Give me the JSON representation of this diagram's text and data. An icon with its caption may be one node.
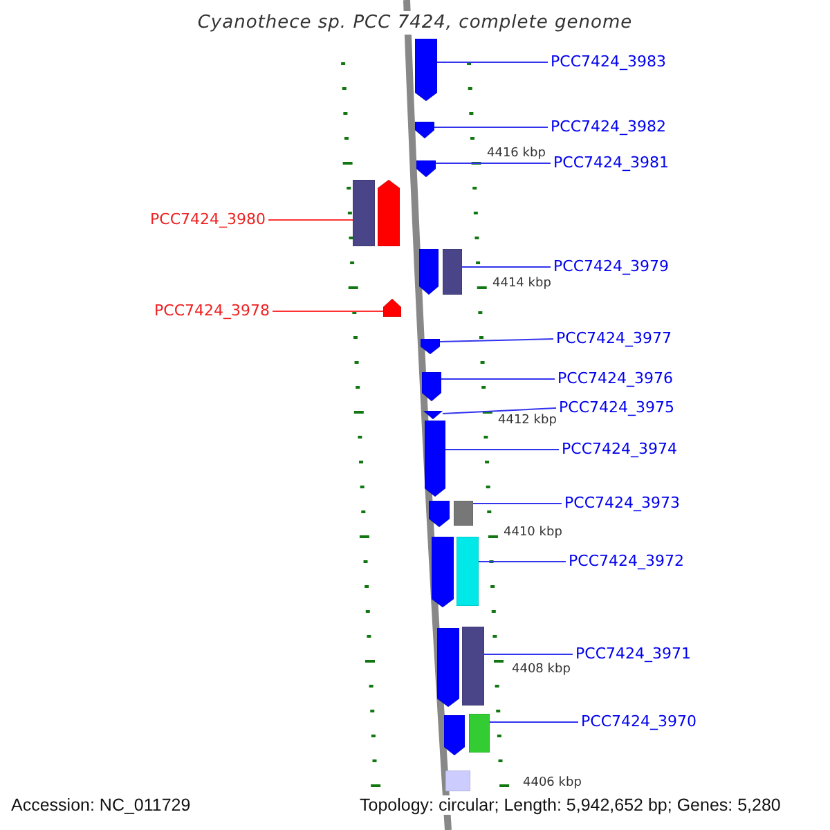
{
  "diagram": {
    "title": "Cyanothece sp. PCC 7424, complete genome",
    "nodes": [
      {
        "text": [
          "PCC7424_3983"
        ]
      },
      {
        "text": [],
        "shape": "pentagon"
      },
      {
        "text": [
          "PCC7424_3982"
        ]
      },
      {
        "text": [],
        "shape": "pentagon"
      },
      {
        "text": [
          "PCC7424_3981"
        ]
      },
      {
        "text": [],
        "shape": "pentagon"
      },
      {
        "text": [
          "PCC7424_3980"
        ]
      },
      {
        "text": [],
        "shape": "bar"
      },
      {
        "text": [],
        "shape": "pentagon"
      },
      {
        "text": [
          "PCC7424_3979"
        ]
      },
      {
        "text": [],
        "shape": "pentagon"
      },
      {
        "text": [],
        "shape": "bar"
      },
      {
        "text": [
          "PCC7424_3978"
        ]
      },
      {
        "text": [],
        "shape": "pentagon"
      },
      {
        "text": [
          "PCC7424_3977"
        ]
      },
      {
        "text": [],
        "shape": "pentagon"
      },
      {
        "text": [
          "PCC7424_3976"
        ]
      },
      {
        "text": [],
        "shape": "pentagon"
      },
      {
        "text": [
          "PCC7424_3975"
        ]
      },
      {
        "text": [],
        "shape": "pentagon"
      },
      {
        "text": [
          "PCC7424_3974"
        ]
      },
      {
        "text": [],
        "shape": "pentagon"
      },
      {
        "text": [
          "PCC7424_3973"
        ]
      },
      {
        "text": [],
        "shape": "pentagon"
      },
      {
        "text": [],
        "shape": "bar"
      },
      {
        "text": [
          "PCC7424_3972"
        ]
      },
      {
        "text": [],
        "shape": "pentagon"
      },
      {
        "text": [],
        "shape": "bar"
      },
      {
        "text": [
          "PCC7424_3971"
        ]
      },
      {
        "text": [],
        "shape": "pentagon"
      },
      {
        "text": [],
        "shape": "bar"
      },
      {
        "text": [
          "PCC7424_3970"
        ]
      },
      {
        "text": [],
        "shape": "pentagon"
      },
      {
        "text": [],
        "shape": "bar"
      },
      {
        "text": [],
        "shape": "bar"
      }
    ],
    "edges": [
      {
        "from": 0,
        "to": 1,
        "arrow": "none"
      },
      {
        "from": 2,
        "to": 3,
        "arrow": "none"
      },
      {
        "from": 4,
        "to": 5,
        "arrow": "none"
      },
      {
        "from": 6,
        "to": 7,
        "arrow": "none",
        "color": "#ff3333"
      },
      {
        "from": 9,
        "to": 11,
        "arrow": "none"
      },
      {
        "from": 12,
        "to": 13,
        "arrow": "none",
        "color": "#ff3333"
      },
      {
        "from": 14,
        "to": 15,
        "arrow": "none"
      },
      {
        "from": 16,
        "to": 17,
        "arrow": "none"
      },
      {
        "from": 18,
        "to": 19,
        "arrow": "none"
      },
      {
        "from": 20,
        "to": 21,
        "arrow": "none"
      },
      {
        "from": 22,
        "to": 24,
        "arrow": "none"
      },
      {
        "from": 25,
        "to": 27,
        "arrow": "none"
      },
      {
        "from": 28,
        "to": 30,
        "arrow": "none"
      },
      {
        "from": 31,
        "to": 33,
        "arrow": "none"
      }
    ],
    "labels": [
      "4416 kbp",
      "4414 kbp",
      "4412 kbp",
      "4410 kbp",
      "4408 kbp",
      "4406 kbp",
      "Accession: NC_011729",
      "Topology: circular; Length: 5,942,652 bp; Genes: 5,280"
    ]
  }
}
